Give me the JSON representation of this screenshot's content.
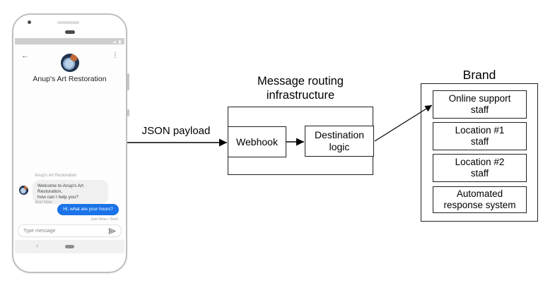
{
  "diagram": {
    "payload_arrow_label": "JSON payload",
    "routing": {
      "title_line1": "Message routing",
      "title_line2": "infrastructure",
      "webhook_label": "Webhook",
      "destination_line1": "Destination",
      "destination_line2": "logic"
    },
    "brand": {
      "title": "Brand",
      "targets": [
        {
          "line1": "Online support",
          "line2": "staff"
        },
        {
          "line1": "Location #1",
          "line2": "staff"
        },
        {
          "line1": "Location #2",
          "line2": "staff"
        },
        {
          "line1": "Automated",
          "line2": "response system"
        }
      ]
    }
  },
  "phone": {
    "header": {
      "back_icon": "←",
      "more_options_icon": "⋮",
      "title": "Anup's Art Restoration"
    },
    "chat": {
      "sender_label": "Anup's Art Restoration",
      "incoming_line1": "Welcome to Anup's Art Restoration,",
      "incoming_line2": "how can I help you?",
      "incoming_timestamp": "Just Now",
      "outgoing_message": "Hi, what are your hours?",
      "outgoing_timestamp": "Just Now • Sent"
    },
    "composer": {
      "placeholder": "Type message"
    },
    "nav": {
      "back_icon": "‹"
    }
  },
  "colors": {
    "outgoing_bubble": "#1a73e8",
    "incoming_bubble": "#f0f0f0",
    "status_bar": "#cdcdcd",
    "nav_bar": "#f1f1f1",
    "diagram_border": "#1f1f1f"
  }
}
